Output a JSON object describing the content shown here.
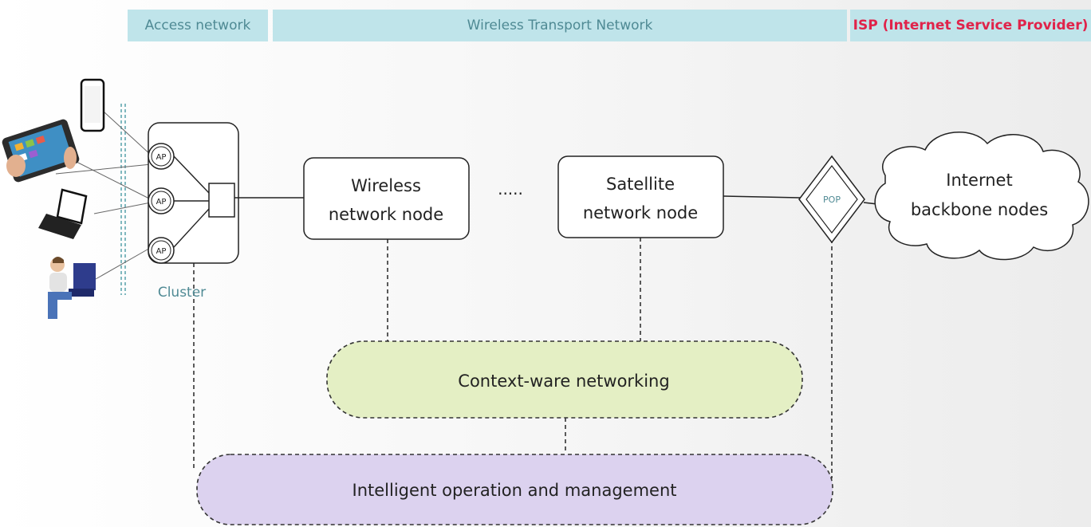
{
  "bands": {
    "access": "Access network",
    "transport": "Wireless Transport Network",
    "isp": "ISP (Internet Service Provider)"
  },
  "cluster": {
    "label": "Cluster",
    "ap_label": "AP"
  },
  "nodes": {
    "wireless_line1": "Wireless",
    "wireless_line2": "network node",
    "ellipsis": ".....",
    "satellite_line1": "Satellite",
    "satellite_line2": "network node",
    "pop": "POP",
    "internet_line1": "Internet",
    "internet_line2": "backbone nodes"
  },
  "layers": {
    "context": "Context-ware networking",
    "management": "Intelligent operation and management"
  },
  "devices": [
    "smartphone-icon",
    "tablet-icon",
    "laptop-icon",
    "desktop-user-icon"
  ],
  "colors": {
    "band_bg": "#bfe4ea",
    "band_text": "#4f8a94",
    "isp_text": "#e0234a",
    "context_fill": "#e4efc4",
    "management_fill": "#dcd2ef"
  }
}
